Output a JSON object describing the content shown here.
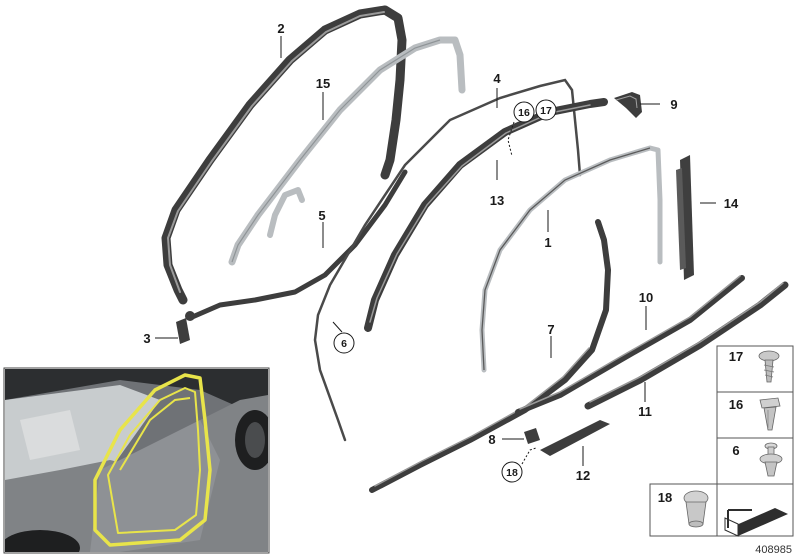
{
  "callouts": {
    "c1": "1",
    "c2": "2",
    "c3": "3",
    "c4": "4",
    "c5": "5",
    "c6": "6",
    "c7": "7",
    "c8": "8",
    "c9": "9",
    "c10": "10",
    "c11": "11",
    "c12": "12",
    "c13": "13",
    "c14": "14",
    "c15": "15",
    "c16": "16",
    "c17": "17",
    "c18": "18"
  },
  "legend": {
    "n17": "17",
    "n16": "16",
    "n6": "6",
    "n18": "18"
  },
  "footer": {
    "diagram_id": "408985"
  },
  "colors": {
    "seal_dark": "#3d3d3d",
    "seal_light": "#b9bdc0",
    "highlight_yellow": "#e8e44a",
    "photo_bg": "#8a8d90"
  }
}
